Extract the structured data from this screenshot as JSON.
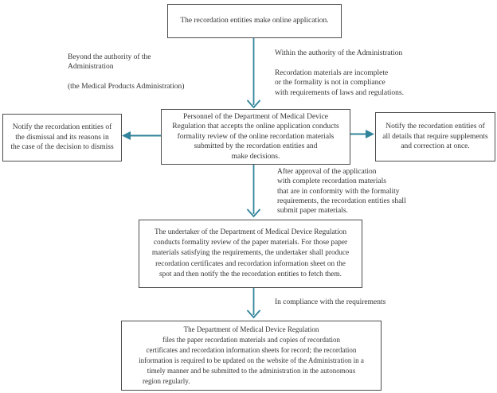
{
  "palette": {
    "arrow_color": "#31849b",
    "box_border_color": "#4d4d4d",
    "text_color": "#333333",
    "background": "#ffffff"
  },
  "flowchart": {
    "boxes": {
      "online_application": {
        "lines": [
          "The recordation entities make online application."
        ]
      },
      "formality_review": {
        "lines": [
          "Personnel of the Department of Medical Device",
          "Regulation that accepts the online application conducts",
          "formality review of the online recordation materials",
          "submitted by the recordation entities and",
          "make decisions."
        ]
      },
      "notify_dismiss": {
        "lines": [
          "Notify the recordation entities of",
          "the dismissal and its reasons in",
          "the case of the decision to dismiss"
        ]
      },
      "notify_supplements": {
        "lines": [
          "Notify the recordation entities of",
          "all details that require supplements",
          "and correction at once."
        ]
      },
      "paper_review": {
        "lines": [
          "The undertaker of the Department of Medical Device Regulation",
          "conducts formality review of the paper materials. For those paper",
          "materials satisfying the requirements, the undertaker shall produce",
          "recordation certificates and recordation information sheet on the",
          "spot and then notify the the recordation entities to fetch them."
        ]
      },
      "filing": {
        "lines": [
          "The Department of Medical Device Regulation",
          "files the paper recordation materials and copies of recordation",
          "certificates and recordation information sheets for record; the recordation",
          "information is required to be updated on the website of the Administration in a",
          "timely manner and be submitted to the administration in the autonomous",
          "region regularly."
        ]
      }
    },
    "annotations": {
      "beyond_authority": {
        "lines": [
          "Beyond the authority of the",
          "Administration",
          "",
          "(the Medical Products Administration)"
        ]
      },
      "within_authority": {
        "lines": [
          "Within the authority of the Administration"
        ]
      },
      "incomplete_materials": {
        "lines": [
          "Recordation materials are incomplete",
          "or the formality is not in compliance",
          "with requirements of laws and regulations."
        ]
      },
      "after_approval": {
        "lines": [
          "After approval of the application",
          "with complete recordation materials",
          "that are in conformity with the formality",
          "requirements, the recordation entities shall",
          "submit paper materials."
        ]
      },
      "compliance": {
        "lines": [
          "In compliance with the requirements"
        ]
      }
    },
    "connections": [
      {
        "from": "online_application",
        "to": "formality_review",
        "direction": "down"
      },
      {
        "from": "formality_review",
        "to": "notify_dismiss",
        "direction": "left"
      },
      {
        "from": "formality_review",
        "to": "notify_supplements",
        "direction": "right"
      },
      {
        "from": "formality_review",
        "to": "paper_review",
        "direction": "down"
      },
      {
        "from": "paper_review",
        "to": "filing",
        "direction": "down"
      }
    ]
  }
}
